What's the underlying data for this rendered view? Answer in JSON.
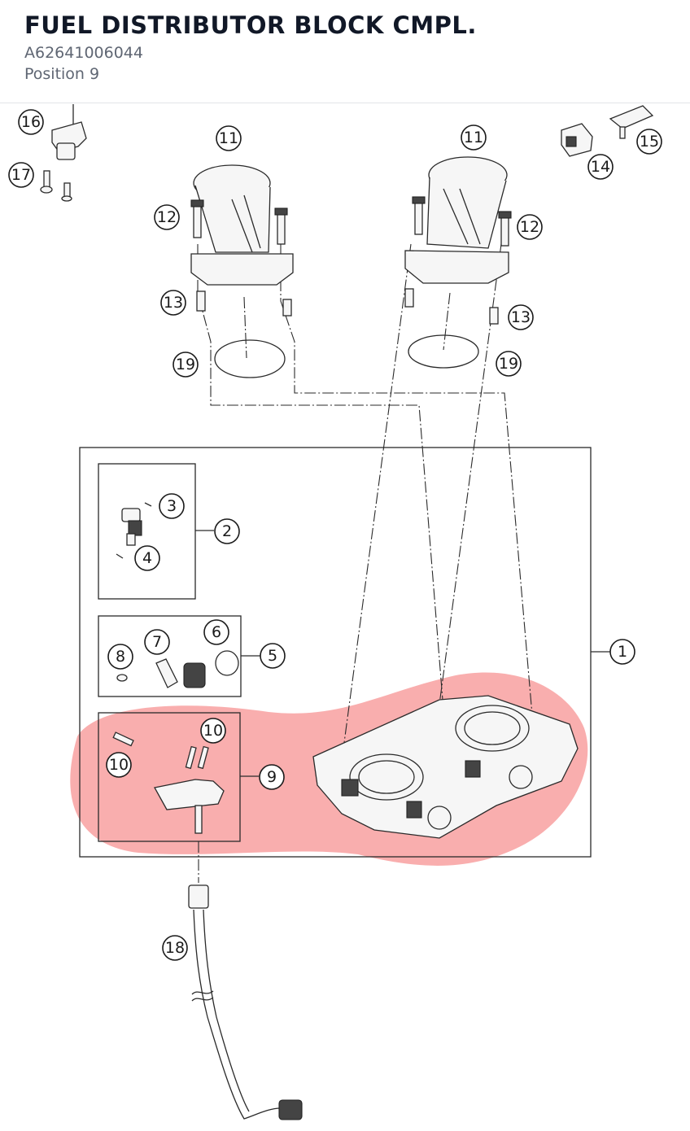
{
  "header": {
    "title": "FUEL DISTRIBUTOR BLOCK CMPL.",
    "part_number": "A62641006044",
    "position": "Position 9"
  },
  "diagram": {
    "highlight_color": "#f8a0a0",
    "callouts": [
      "16",
      "17",
      "11",
      "11",
      "14",
      "15",
      "12",
      "12",
      "13",
      "13",
      "19",
      "19",
      "3",
      "2",
      "4",
      "7",
      "6",
      "8",
      "5",
      "1",
      "10",
      "10",
      "9",
      "18"
    ]
  }
}
